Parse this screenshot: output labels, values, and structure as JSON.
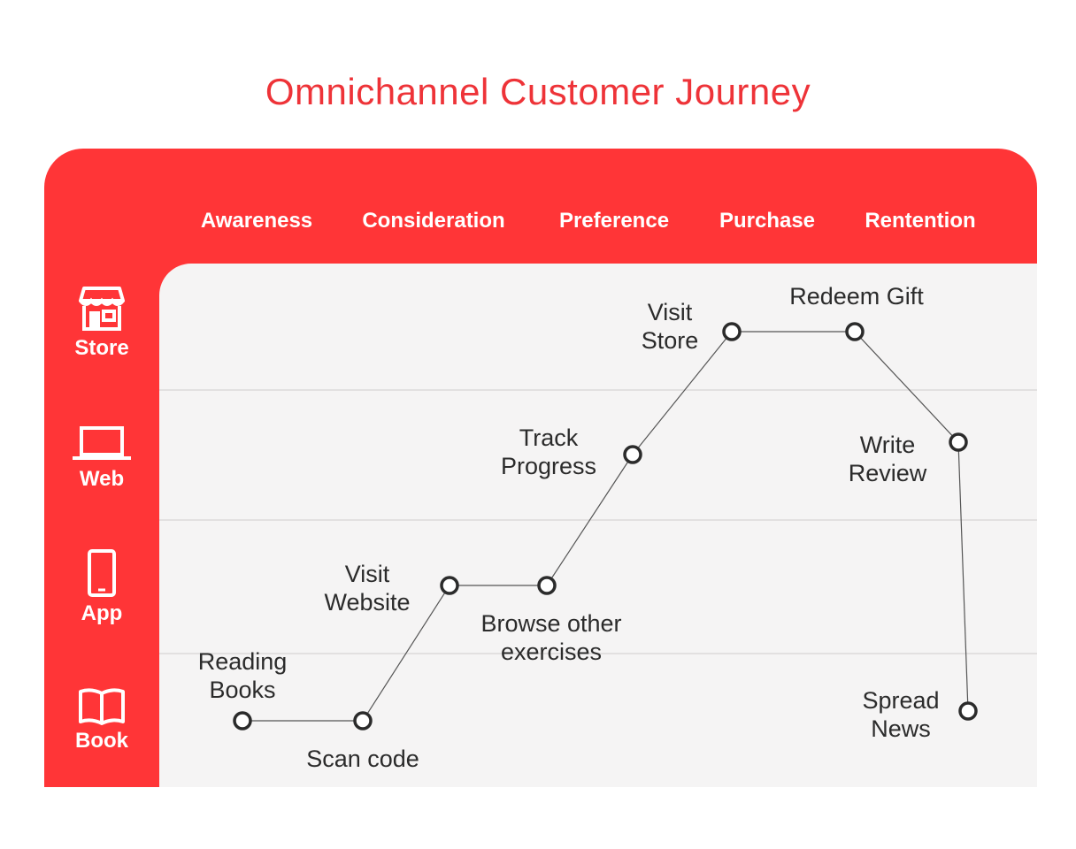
{
  "title": "Omnichannel Customer Journey",
  "stages": [
    "Awareness",
    "Consideration",
    "Preference",
    "Purchase",
    "Rentention"
  ],
  "channels": [
    {
      "label": "Store",
      "icon": "store-icon"
    },
    {
      "label": "Web",
      "icon": "laptop-icon"
    },
    {
      "label": "App",
      "icon": "phone-icon"
    },
    {
      "label": "Book",
      "icon": "book-icon"
    }
  ],
  "journey": [
    {
      "label": [
        "Reading",
        "Books"
      ],
      "channel": "Book"
    },
    {
      "label": [
        "Scan code"
      ],
      "channel": "Book"
    },
    {
      "label": [
        "Visit",
        "Website"
      ],
      "channel": "App"
    },
    {
      "label": [
        "Browse other",
        "exercises"
      ],
      "channel": "App"
    },
    {
      "label": [
        "Track",
        "Progress"
      ],
      "channel": "Web"
    },
    {
      "label": [
        "Visit",
        "Store"
      ],
      "channel": "Store"
    },
    {
      "label": [
        "Redeem Gift"
      ],
      "channel": "Store"
    },
    {
      "label": [
        "Write",
        "Review"
      ],
      "channel": "Web"
    },
    {
      "label": [
        "Spread",
        "News"
      ],
      "channel": "Book"
    }
  ],
  "colors": {
    "accent": "#ff3537",
    "title": "#ee3338",
    "panel": "#f5f4f4",
    "node_stroke": "#2b2b2b",
    "text": "#2b2b2b"
  }
}
